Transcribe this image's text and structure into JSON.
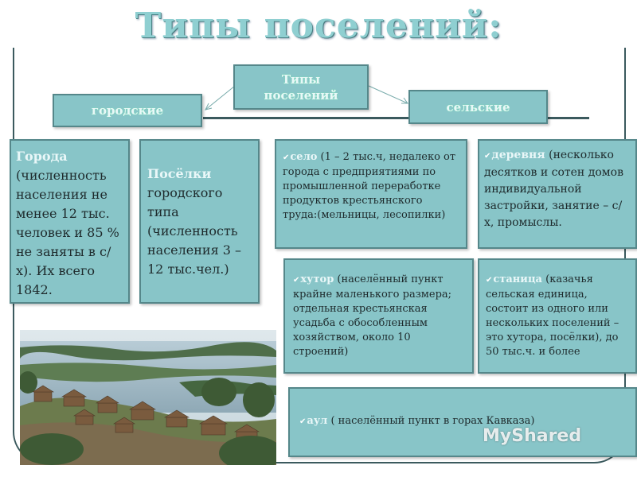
{
  "title": "Типы поселений:",
  "root_box": {
    "line1": "Типы",
    "line2": "поселений"
  },
  "urban_header": "городские",
  "rural_header": "сельские",
  "cities": {
    "keyword": "Города",
    "text": " (численность населения не менее 12 тыс. человек и 85 % не заняты в с/х). Их всего 1842."
  },
  "settlements": {
    "keyword": "Посёлки",
    "text": " городского типа (численность населения 3 – 12 тыс.чел.)"
  },
  "selo": {
    "keyword": "село",
    "text": " (1 – 2 тыс.ч, недалеко от города с предприятиями по промышленной переработке продуктов крестьянского труда:(мельницы, лесопилки)"
  },
  "derevnya": {
    "keyword": "деревня",
    "text": " (несколько десятков и сотен домов индивидуальной застройки, занятие – с/х, промыслы."
  },
  "khutor": {
    "keyword": "хутор",
    "text": " (населённый пункт крайне маленького размера; отдельная крестьянская усадьба с обособленным хозяйством, около 10 строений)"
  },
  "stanitsa": {
    "keyword": "станица",
    "text": " (казачья сельская единица, состоит из одного или нескольких поселений – это хутора, посёлки), до 50 тыс.ч. и более"
  },
  "aul": {
    "keyword": "аул",
    "text": " ( населённый пункт в горах Кавказа)"
  },
  "watermark": "MyShared",
  "colors": {
    "box_fill": "#88c5c8",
    "box_border": "#55878a",
    "title": "#8fcfd1"
  },
  "photo": {
    "icon": "village-landscape-photo"
  }
}
